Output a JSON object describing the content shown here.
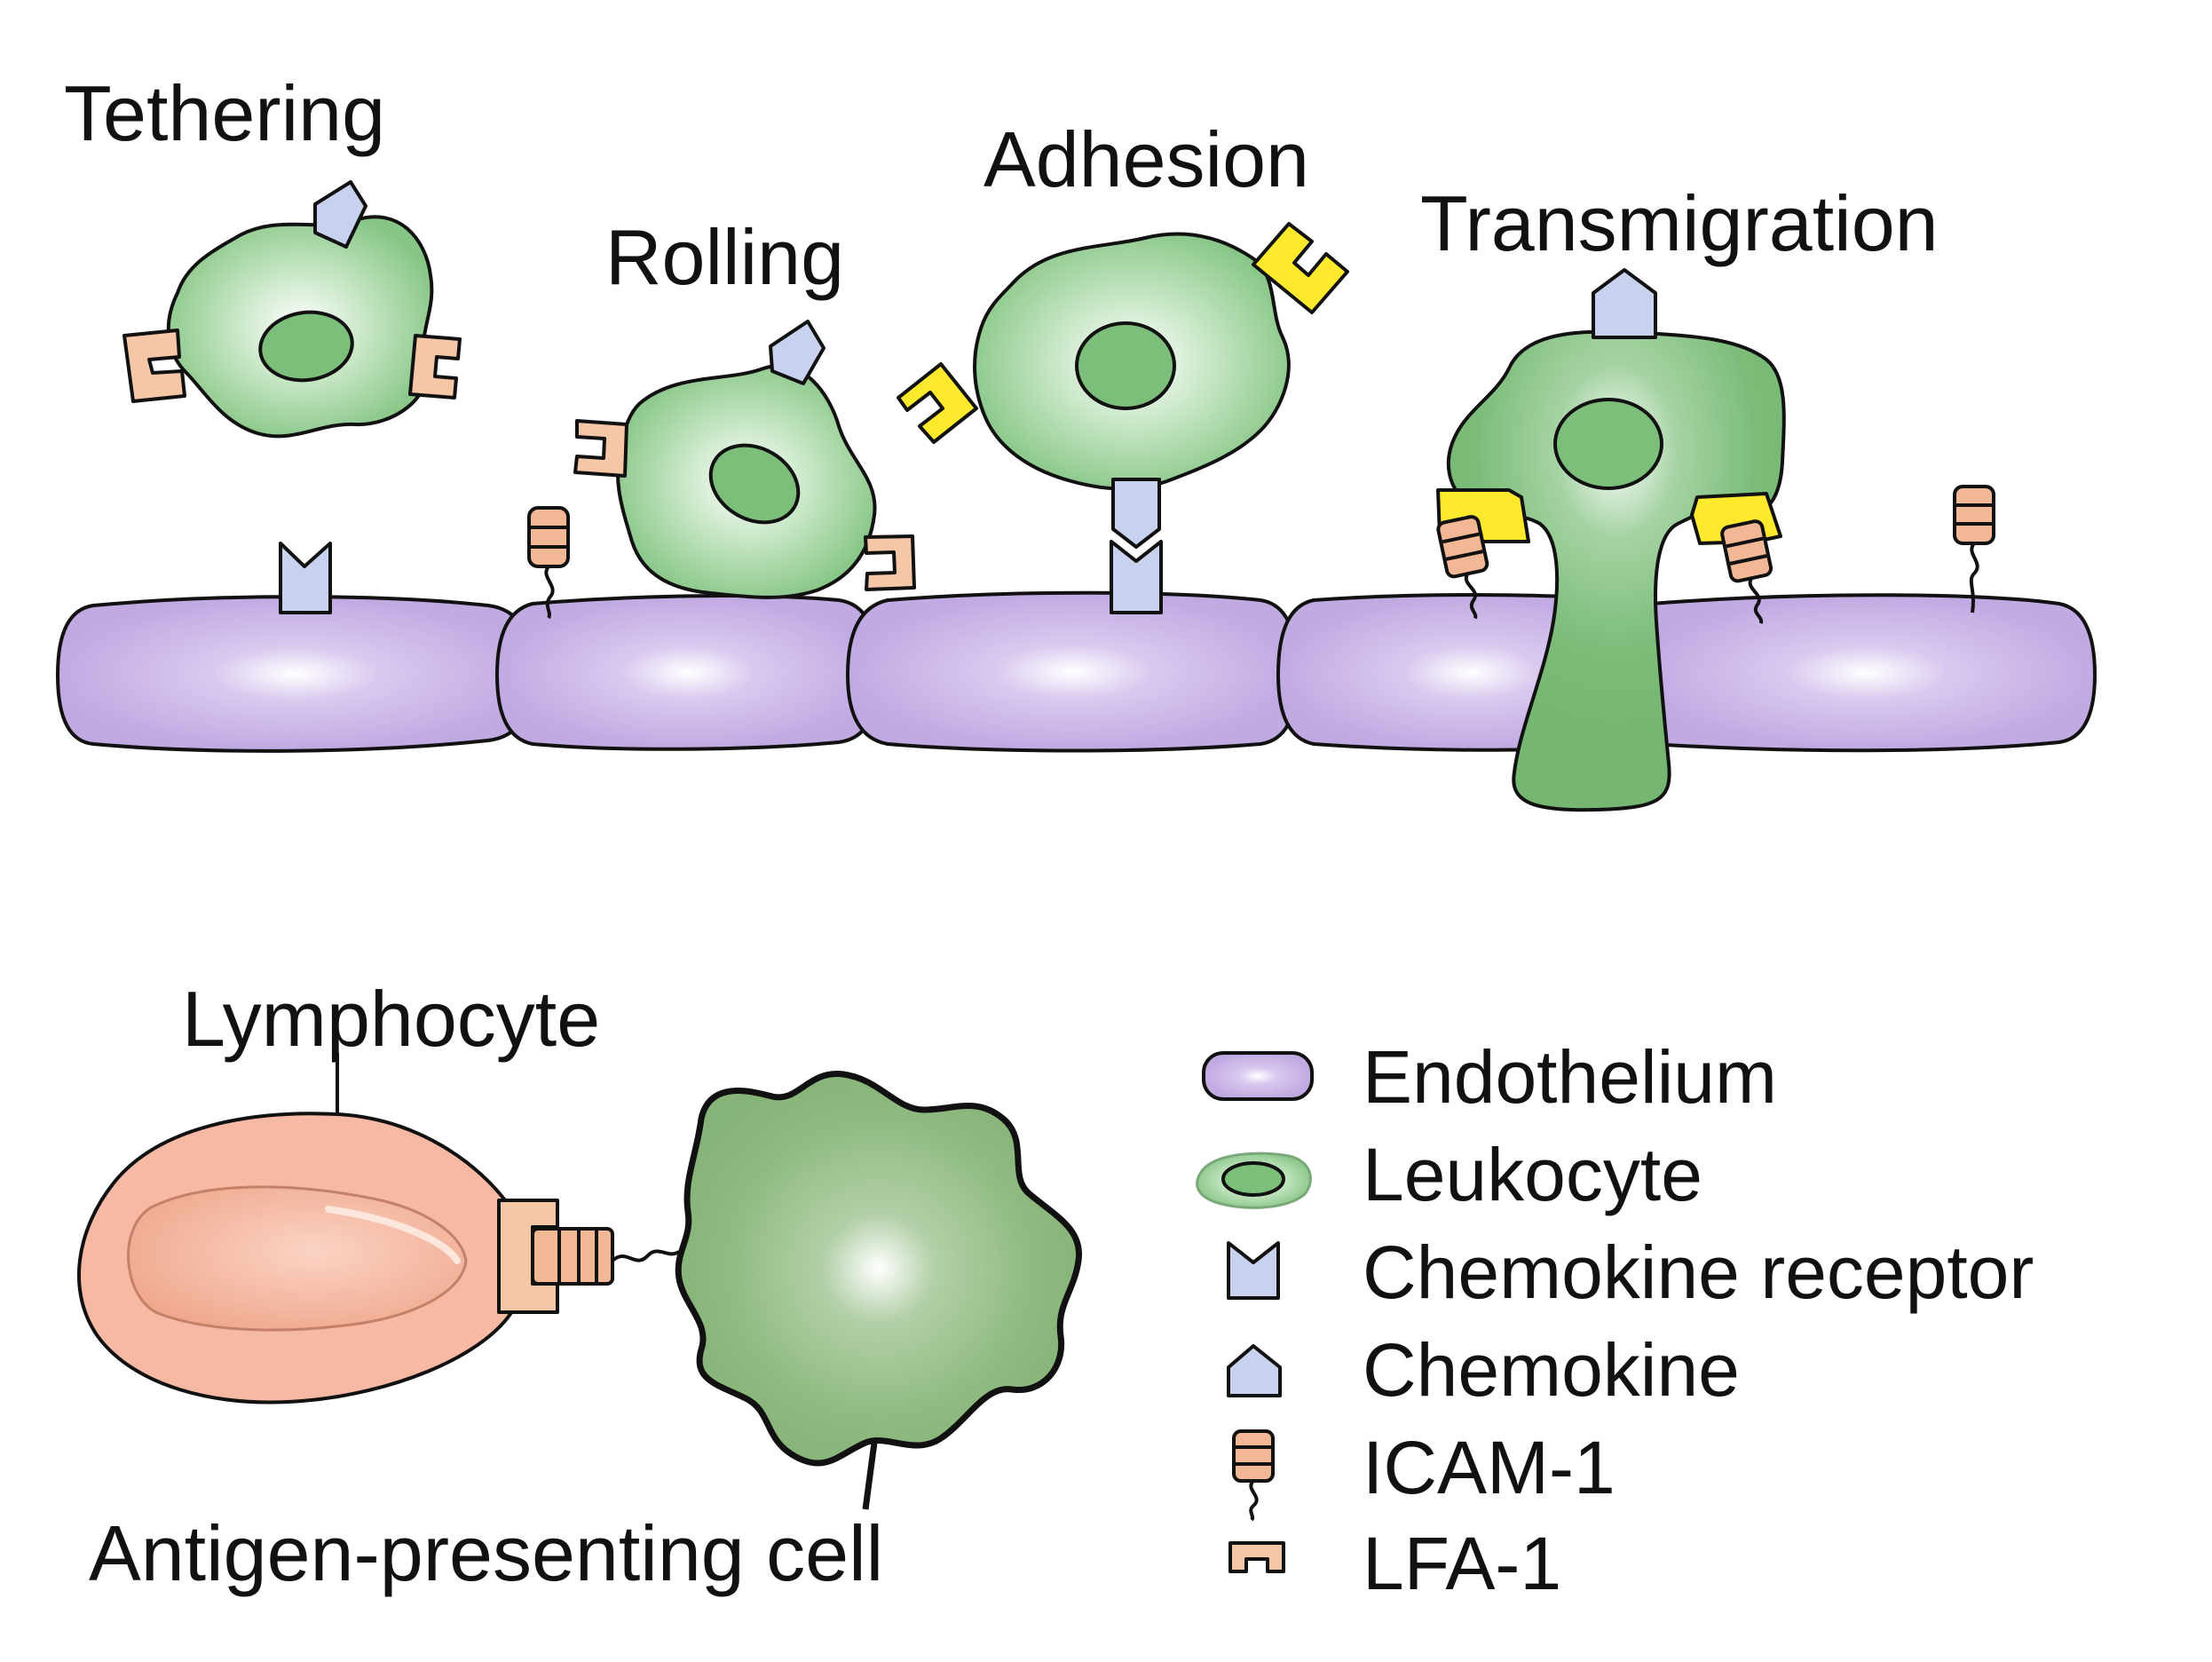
{
  "stages": [
    {
      "id": "tethering",
      "label": "Tethering"
    },
    {
      "id": "rolling",
      "label": "Rolling"
    },
    {
      "id": "adhesion",
      "label": "Adhesion"
    },
    {
      "id": "transmigration",
      "label": "Transmigration"
    }
  ],
  "bottom": {
    "lymphocyte_label": "Lymphocyte",
    "apc_label": "Antigen-presenting cell"
  },
  "legend": [
    {
      "id": "endothelium",
      "label": "Endothelium",
      "icon": "endothelium-icon"
    },
    {
      "id": "leukocyte",
      "label": "Leukocyte",
      "icon": "leukocyte-icon"
    },
    {
      "id": "chemokine-receptor",
      "label": "Chemokine receptor",
      "icon": "chemokine-receptor-icon"
    },
    {
      "id": "chemokine",
      "label": "Chemokine",
      "icon": "chemokine-icon"
    },
    {
      "id": "icam1",
      "label": "ICAM-1",
      "icon": "icam1-icon"
    },
    {
      "id": "lfa1",
      "label": "LFA-1",
      "icon": "lfa1-icon"
    }
  ],
  "colors": {
    "endothelium": "#c1a9e2",
    "leukocyte_light": "#b6ddb5",
    "leukocyte_dark": "#7bbf7a",
    "nucleus": "#7cbf7b",
    "chemokine": "#c8d2ee",
    "icam1": "#f2b895",
    "lfa1": "#f6c7a7",
    "lfa1_active": "#ffe92d",
    "lymphocyte": "#f7b9a3",
    "apc": "#8fba80",
    "outline": "#111111"
  }
}
